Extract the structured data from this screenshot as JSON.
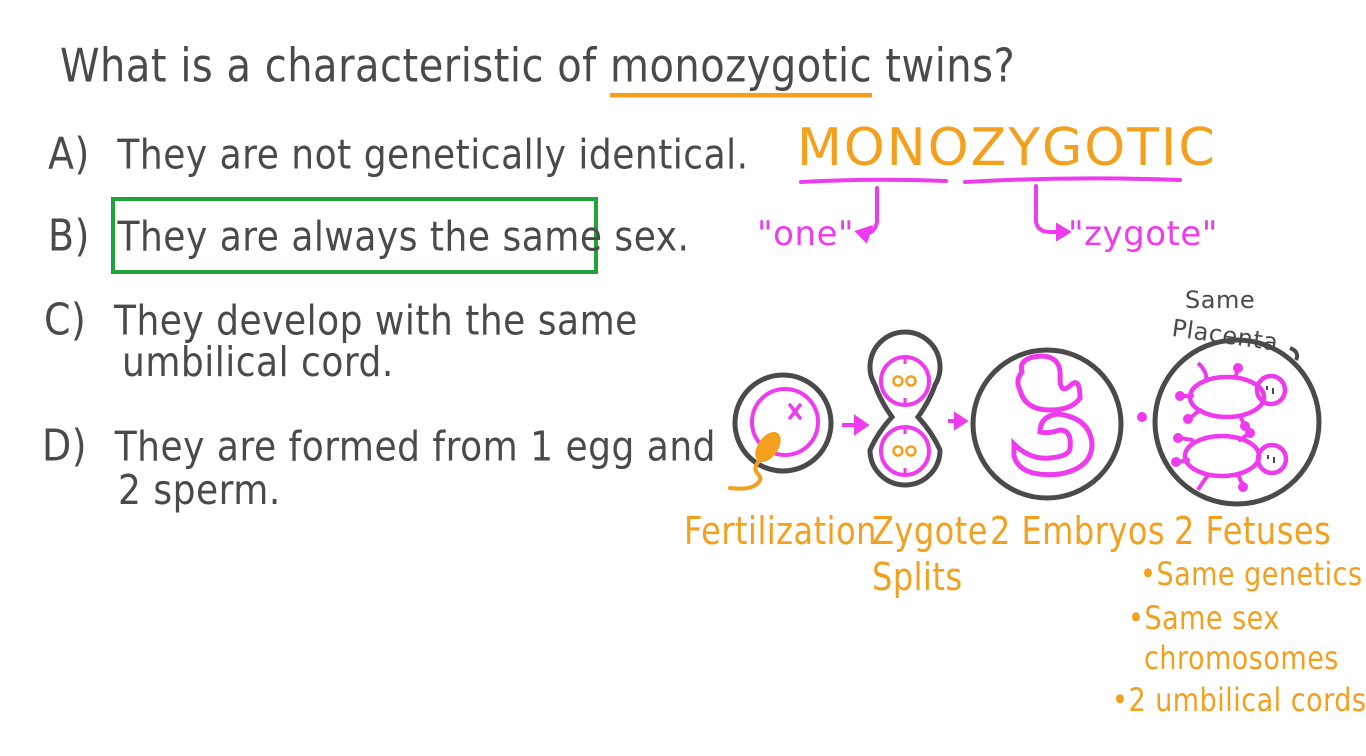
{
  "question": {
    "prefix": "What is a characteristic of ",
    "keyword": "monozygotic",
    "suffix": " twins?"
  },
  "options": [
    {
      "letter": "A)",
      "lines": [
        "They are not genetically identical."
      ],
      "correct": false
    },
    {
      "letter": "B)",
      "lines": [
        "They are always the same sex."
      ],
      "correct": true
    },
    {
      "letter": "C)",
      "lines": [
        "They develop with the same",
        "umbilical cord."
      ],
      "correct": false
    },
    {
      "letter": "D)",
      "lines": [
        "They are formed from 1 egg and",
        "2 sperm."
      ],
      "correct": false
    }
  ],
  "diagram": {
    "title": "MONOZYGOTIC",
    "prefix_meaning": "\"one\"",
    "root_meaning": "\"zygote\"",
    "annotation": {
      "line1": "Same",
      "line2": "Placenta"
    },
    "stages": [
      {
        "label_lines": [
          "Fertilization"
        ]
      },
      {
        "label_lines": [
          "Zygote",
          "Splits"
        ]
      },
      {
        "label_lines": [
          "2 Embryos"
        ]
      },
      {
        "label_lines": [
          "2 Fetuses"
        ]
      }
    ],
    "fetus_notes": [
      {
        "lines": [
          "Same genetics"
        ]
      },
      {
        "lines": [
          "Same sex",
          "chromosomes"
        ]
      },
      {
        "lines": [
          "2 umbilical cords"
        ]
      }
    ]
  },
  "colors": {
    "ink": "#4a4a4a",
    "accent_orange": "#f2a01e",
    "accent_pink": "#ee3bee",
    "correct_green": "#1fa33a",
    "background": "#ffffff"
  }
}
